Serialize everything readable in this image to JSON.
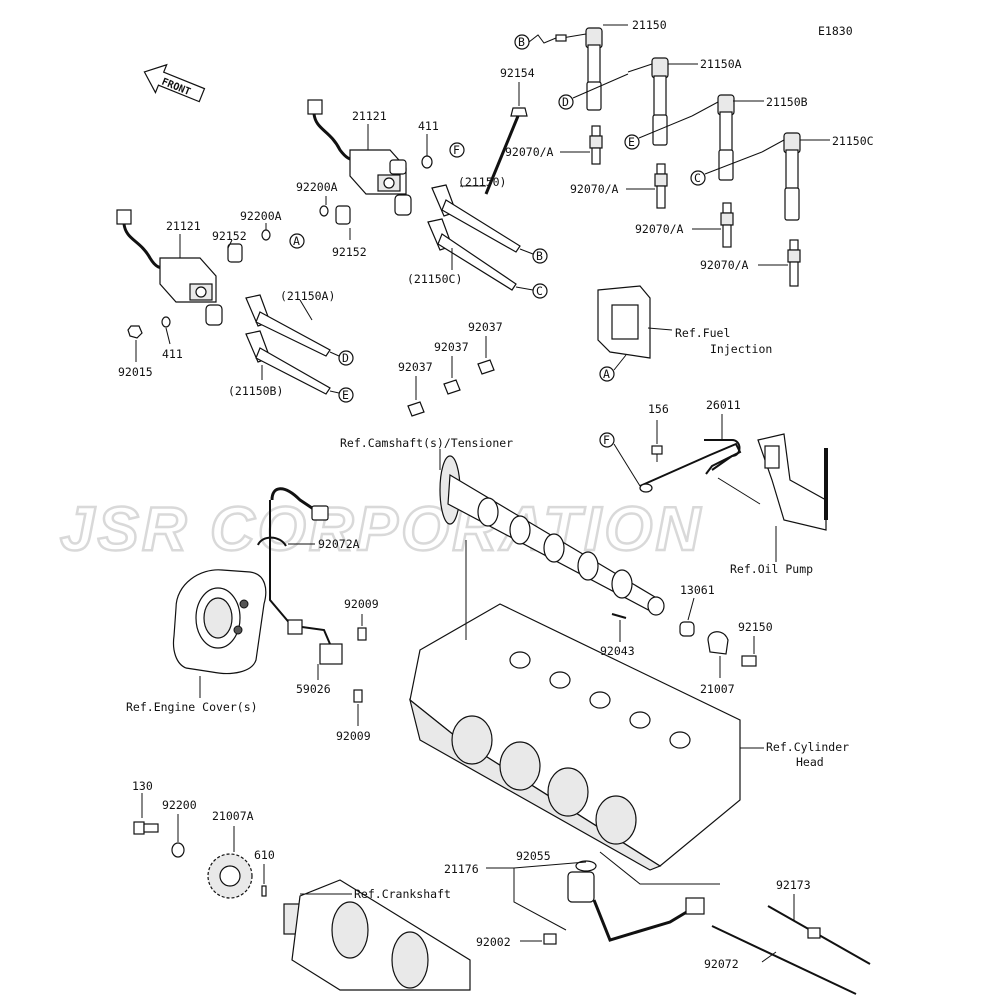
{
  "diagram_code": "E1830",
  "watermark": "JSR CORPORATION",
  "front_label": "FRONT",
  "callouts": {
    "c21150_top": "21150",
    "c21150A_top": "21150A",
    "c21150B_top": "21150B",
    "c21150C_top": "21150C",
    "c92154": "92154",
    "c92070_1": "92070/A",
    "c92070_2": "92070/A",
    "c92070_3": "92070/A",
    "c92070_4": "92070/A",
    "c21121_a": "21121",
    "c21121_b": "21121",
    "c411_a": "411",
    "c411_b": "411",
    "c92200A_a": "92200A",
    "c92200A_b": "92200A",
    "c92152_a": "92152",
    "c92152_b": "92152",
    "c21150_paren": "(21150)",
    "c21150C_paren": "(21150C)",
    "c21150A_paren": "(21150A)",
    "c21150B_paren": "(21150B)",
    "c92015": "92015",
    "c92037_a": "92037",
    "c92037_b": "92037",
    "c92037_c": "92037",
    "c156": "156",
    "c26011": "26011",
    "c92072A": "92072A",
    "c92009_a": "92009",
    "c92009_b": "92009",
    "c59026": "59026",
    "c13061": "13061",
    "c92043": "92043",
    "c92150": "92150",
    "c21007": "21007",
    "c130": "130",
    "c92200": "92200",
    "c21007A": "21007A",
    "c610": "610",
    "c21176": "21176",
    "c92055": "92055",
    "c92002": "92002",
    "c92173": "92173",
    "c92072": "92072"
  },
  "references": {
    "fuel_injection_1": "Ref.Fuel",
    "fuel_injection_2": "Injection",
    "camshaft": "Ref.Camshaft(s)/Tensioner",
    "oil_pump": "Ref.Oil Pump",
    "engine_cover": "Ref.Engine Cover(s)",
    "cylinder_head_1": "Ref.Cylinder",
    "cylinder_head_2": "Head",
    "crankshaft": "Ref.Crankshaft"
  },
  "connectors": {
    "B_top": "B",
    "D_top": "D",
    "E_top": "E",
    "C_top": "C",
    "F_mid": "F",
    "A_mid": "A",
    "B_lead": "B",
    "C_lead": "C",
    "D_lead": "D",
    "E_lead": "E",
    "A_bracket": "A",
    "F_bolt": "F"
  }
}
